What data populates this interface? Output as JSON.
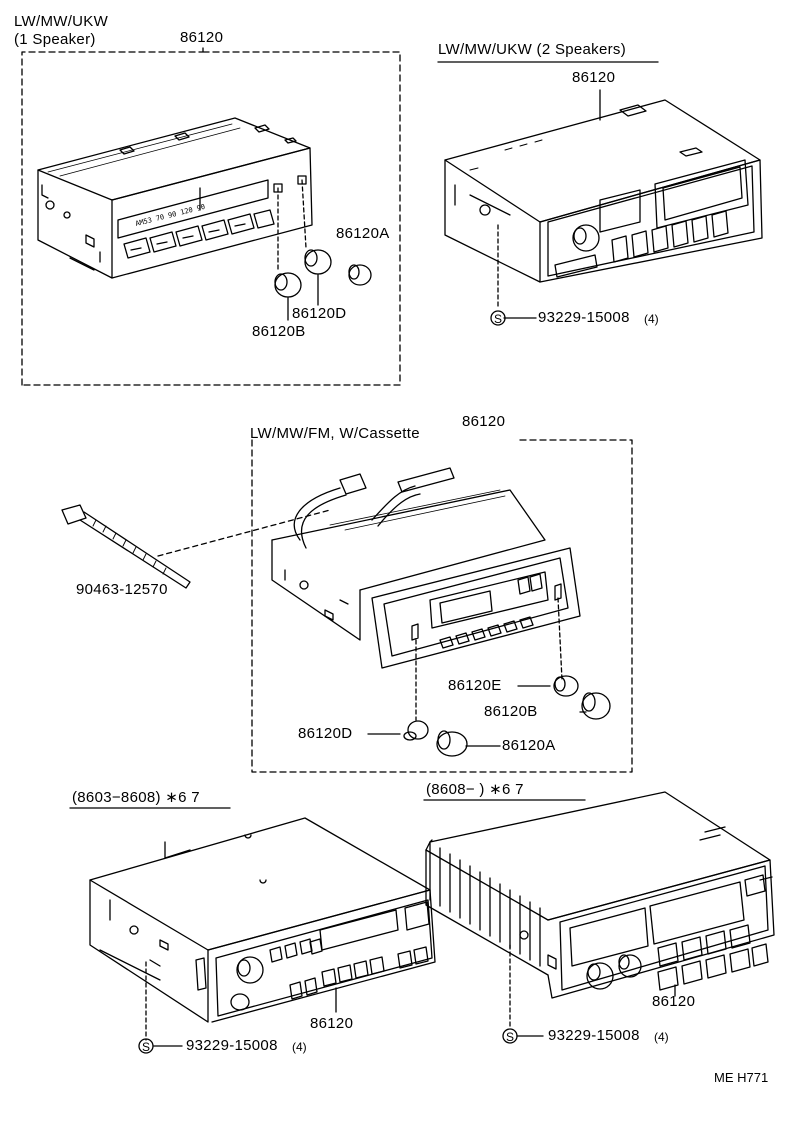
{
  "groups": {
    "g1": {
      "title_line1": "LW/MW/UKW",
      "title_line2": "(1 Speaker)",
      "part": "86120",
      "knob_a": "86120A",
      "knob_d": "86120D",
      "knob_b": "86120B"
    },
    "g2": {
      "title": "LW/MW/UKW (2 Speakers)",
      "part": "86120",
      "screw_symbol": "S",
      "screw_part": "93229-15008",
      "screw_qty": "(4)"
    },
    "g3": {
      "title": "LW/MW/FM, W/Cassette",
      "part": "86120",
      "tie_part": "90463-12570",
      "knob_e": "86120E",
      "knob_b": "86120B",
      "knob_d": "86120D",
      "knob_a": "86120A"
    },
    "g4": {
      "title": "(8603−8608) ∗6 7",
      "part": "86120",
      "screw_symbol": "S",
      "screw_part": "93229-15008",
      "screw_qty": "(4)"
    },
    "g5": {
      "title": "(8608−        ) ∗6 7",
      "part": "86120",
      "screw_symbol": "S",
      "screw_part": "93229-15008",
      "screw_qty": "(4)"
    }
  },
  "footer": {
    "code": "ME H771"
  }
}
